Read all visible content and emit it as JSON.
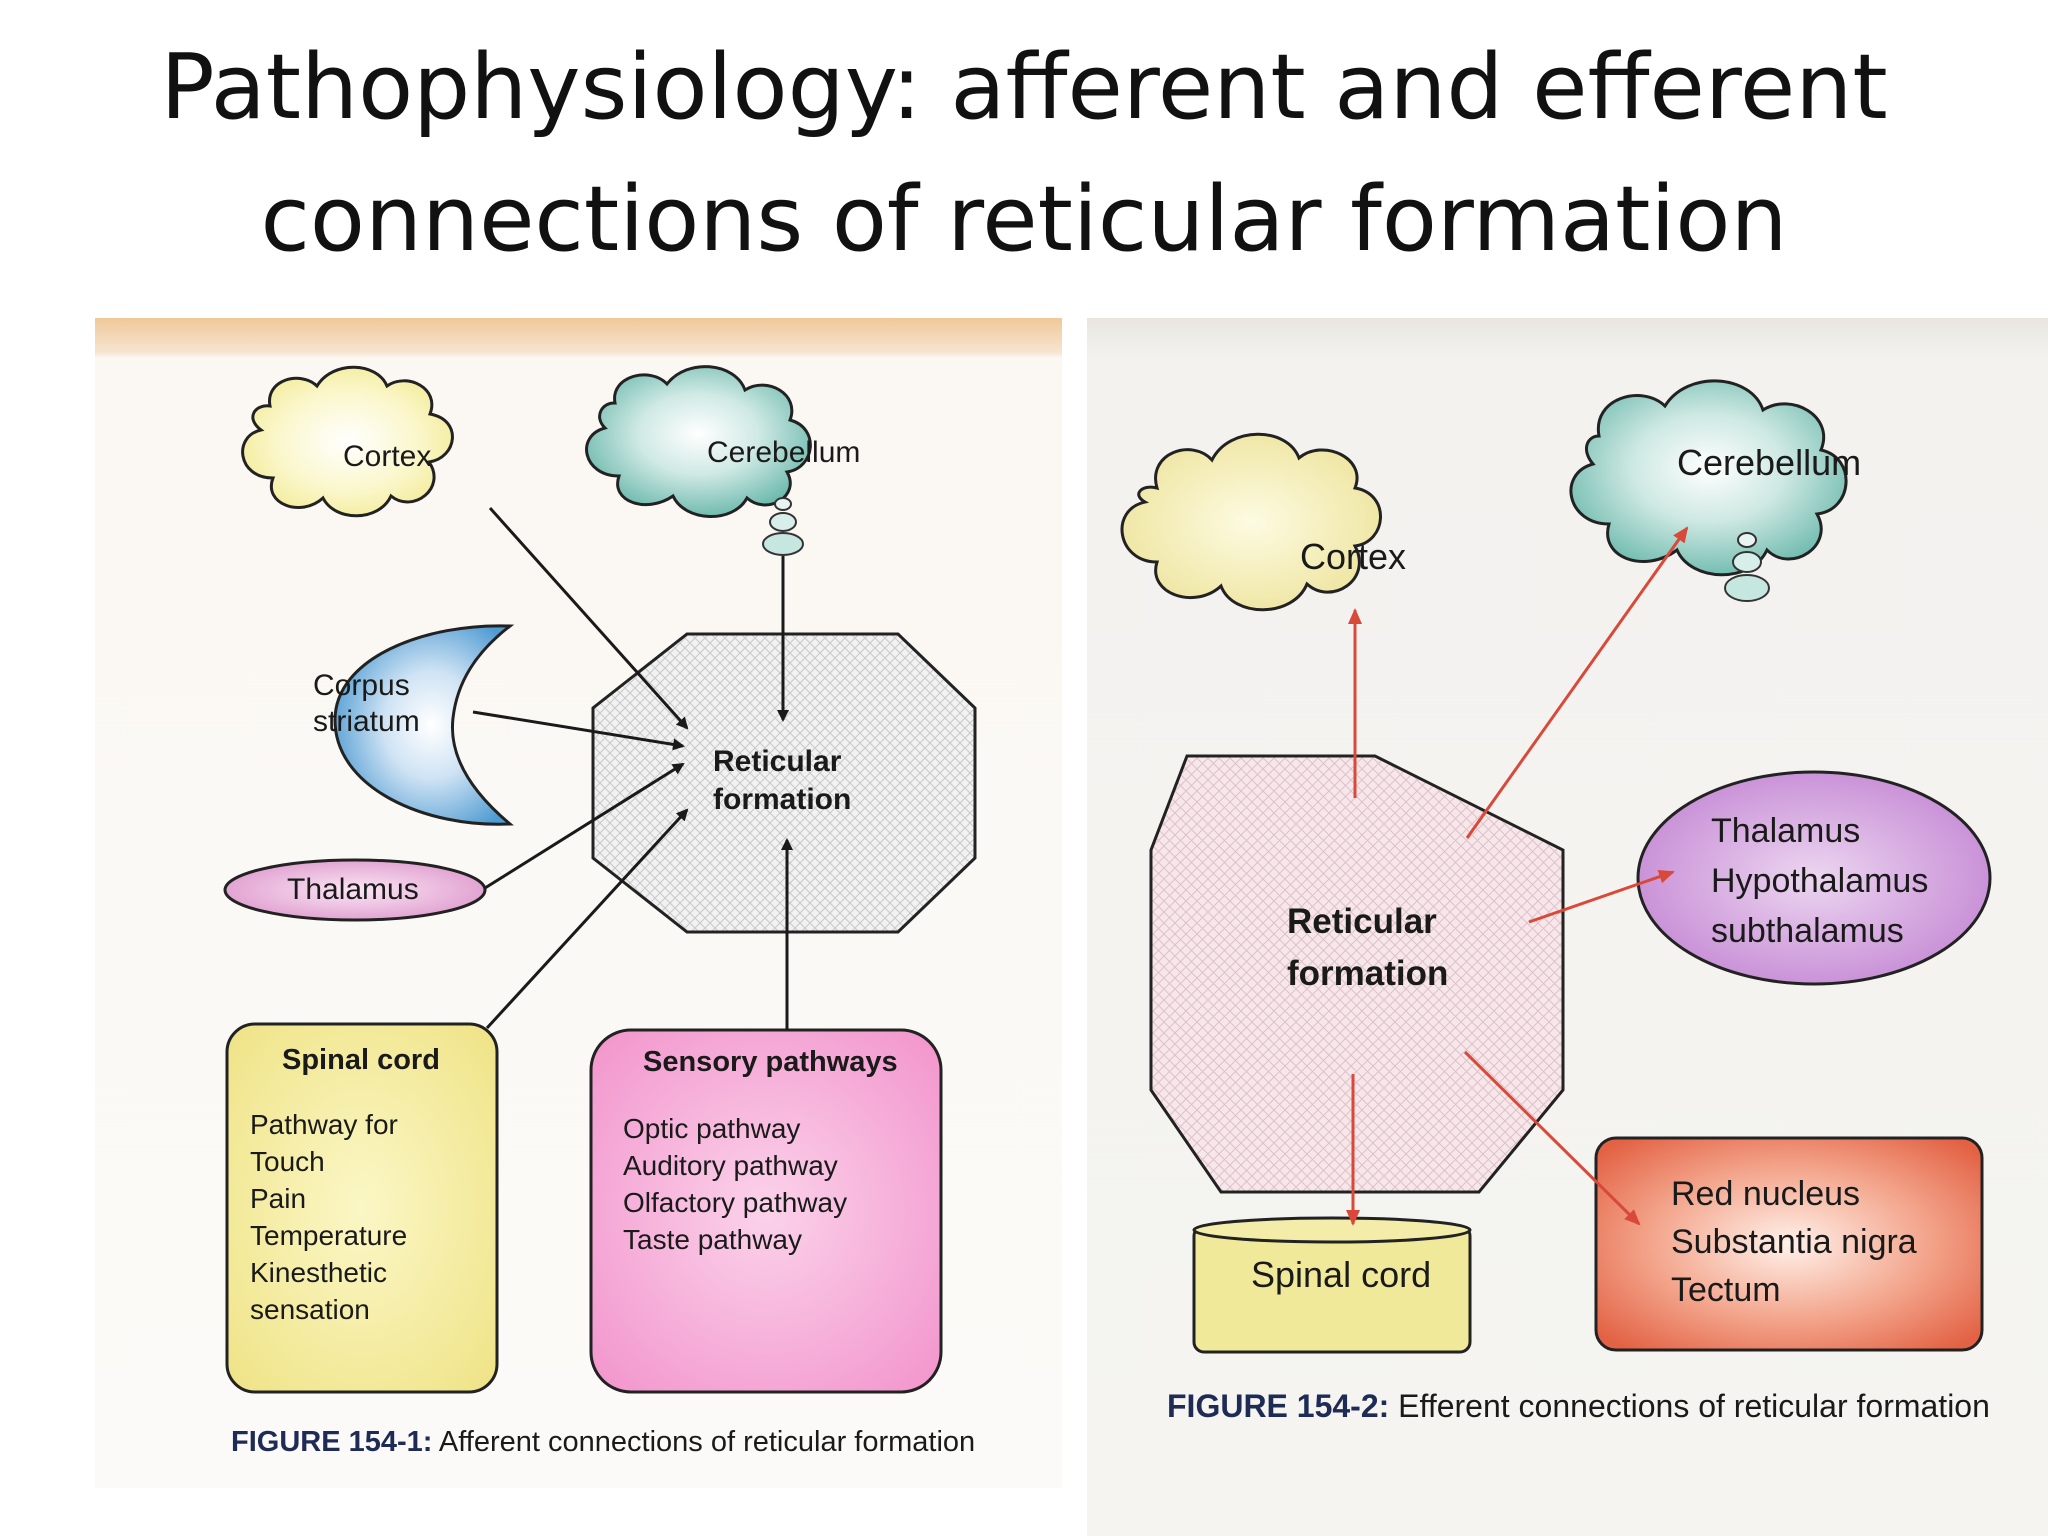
{
  "slide": {
    "title_line1": "Pathophysiology: afferent and efferent",
    "title_line2": "connections of reticular formation"
  },
  "afferent": {
    "cortex": "Cortex",
    "cerebellum": "Cerebellum",
    "corpus_striatum_line1": "Corpus",
    "corpus_striatum_line2": "striatum",
    "thalamus": "Thalamus",
    "reticular_line1": "Reticular",
    "reticular_line2": "formation",
    "spinal_cord": {
      "title": "Spinal cord",
      "items": [
        "Pathway for",
        "Touch",
        "Pain",
        "Temperature",
        "Kinesthetic",
        "sensation"
      ]
    },
    "sensory_pathways": {
      "title": "Sensory pathways",
      "items": [
        "Optic pathway",
        "Auditory pathway",
        "Olfactory pathway",
        "Taste pathway"
      ]
    },
    "caption_label": "FIGURE 154-1:",
    "caption_text": "Afferent connections of reticular formation"
  },
  "efferent": {
    "cortex": "Cortex",
    "cerebellum": "Cerebellum",
    "reticular_line1": "Reticular",
    "reticular_line2": "formation",
    "thalamus_group": [
      "Thalamus",
      "Hypothalamus",
      "subthalamus"
    ],
    "midbrain_group": [
      "Red nucleus",
      "Substantia nigra",
      "Tectum"
    ],
    "spinal_cord": "Spinal cord",
    "caption_label": "FIGURE 154-2:",
    "caption_text": "Efferent connections of reticular formation"
  },
  "colors": {
    "cortex": "#f5efa6",
    "cerebellum": "#6fbdb0",
    "corpus_striatum": "#5aa3d6",
    "thalamus_left": "#e6a8d6",
    "spinal_box": "#f4ec98",
    "sensory_box": "#f4a2d4",
    "thalamus_right": "#c98ed6",
    "midbrain_box": "#e8694b",
    "efferent_arrow": "#d9493a",
    "afferent_arrow": "#1a1a1a"
  }
}
